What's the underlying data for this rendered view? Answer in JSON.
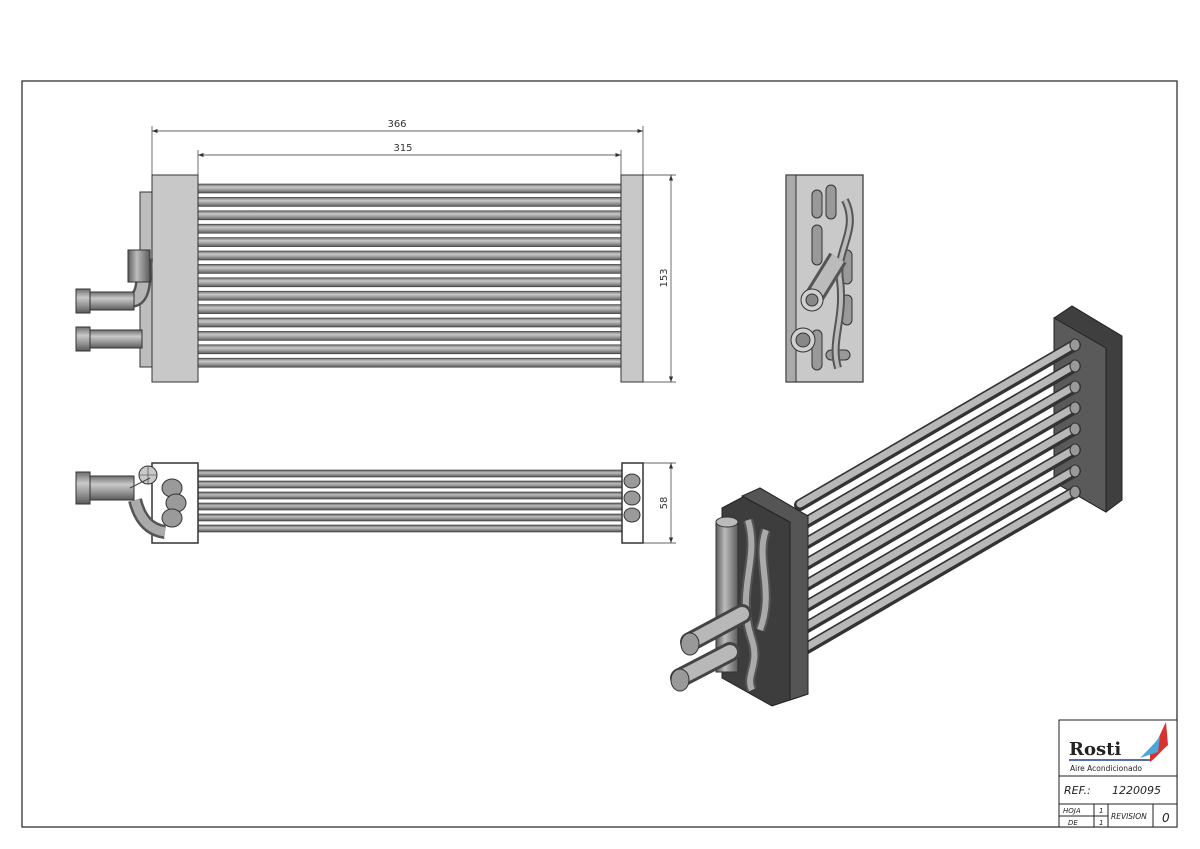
{
  "dimensions": {
    "overall_length": "366",
    "tube_length": "315",
    "height": "153",
    "depth": "58"
  },
  "title_block": {
    "logo_text": "Rosti",
    "logo_subtitle": "Aire Acondicionado",
    "ref_label": "REF.:",
    "ref_value": "1220095",
    "hoja_label": "HOJA",
    "hoja_value": "1",
    "de_label": "DE",
    "de_value": "1",
    "revision_label": "REVISION",
    "revision_value": "0"
  },
  "colors": {
    "tube": "#8c8c8c",
    "header_plate": "#c8c8c8",
    "dark_plate": "#4a4a4a",
    "logo_blue": "#1f3f8f",
    "logo_red": "#d93030",
    "logo_cyan": "#4aa8d8"
  }
}
